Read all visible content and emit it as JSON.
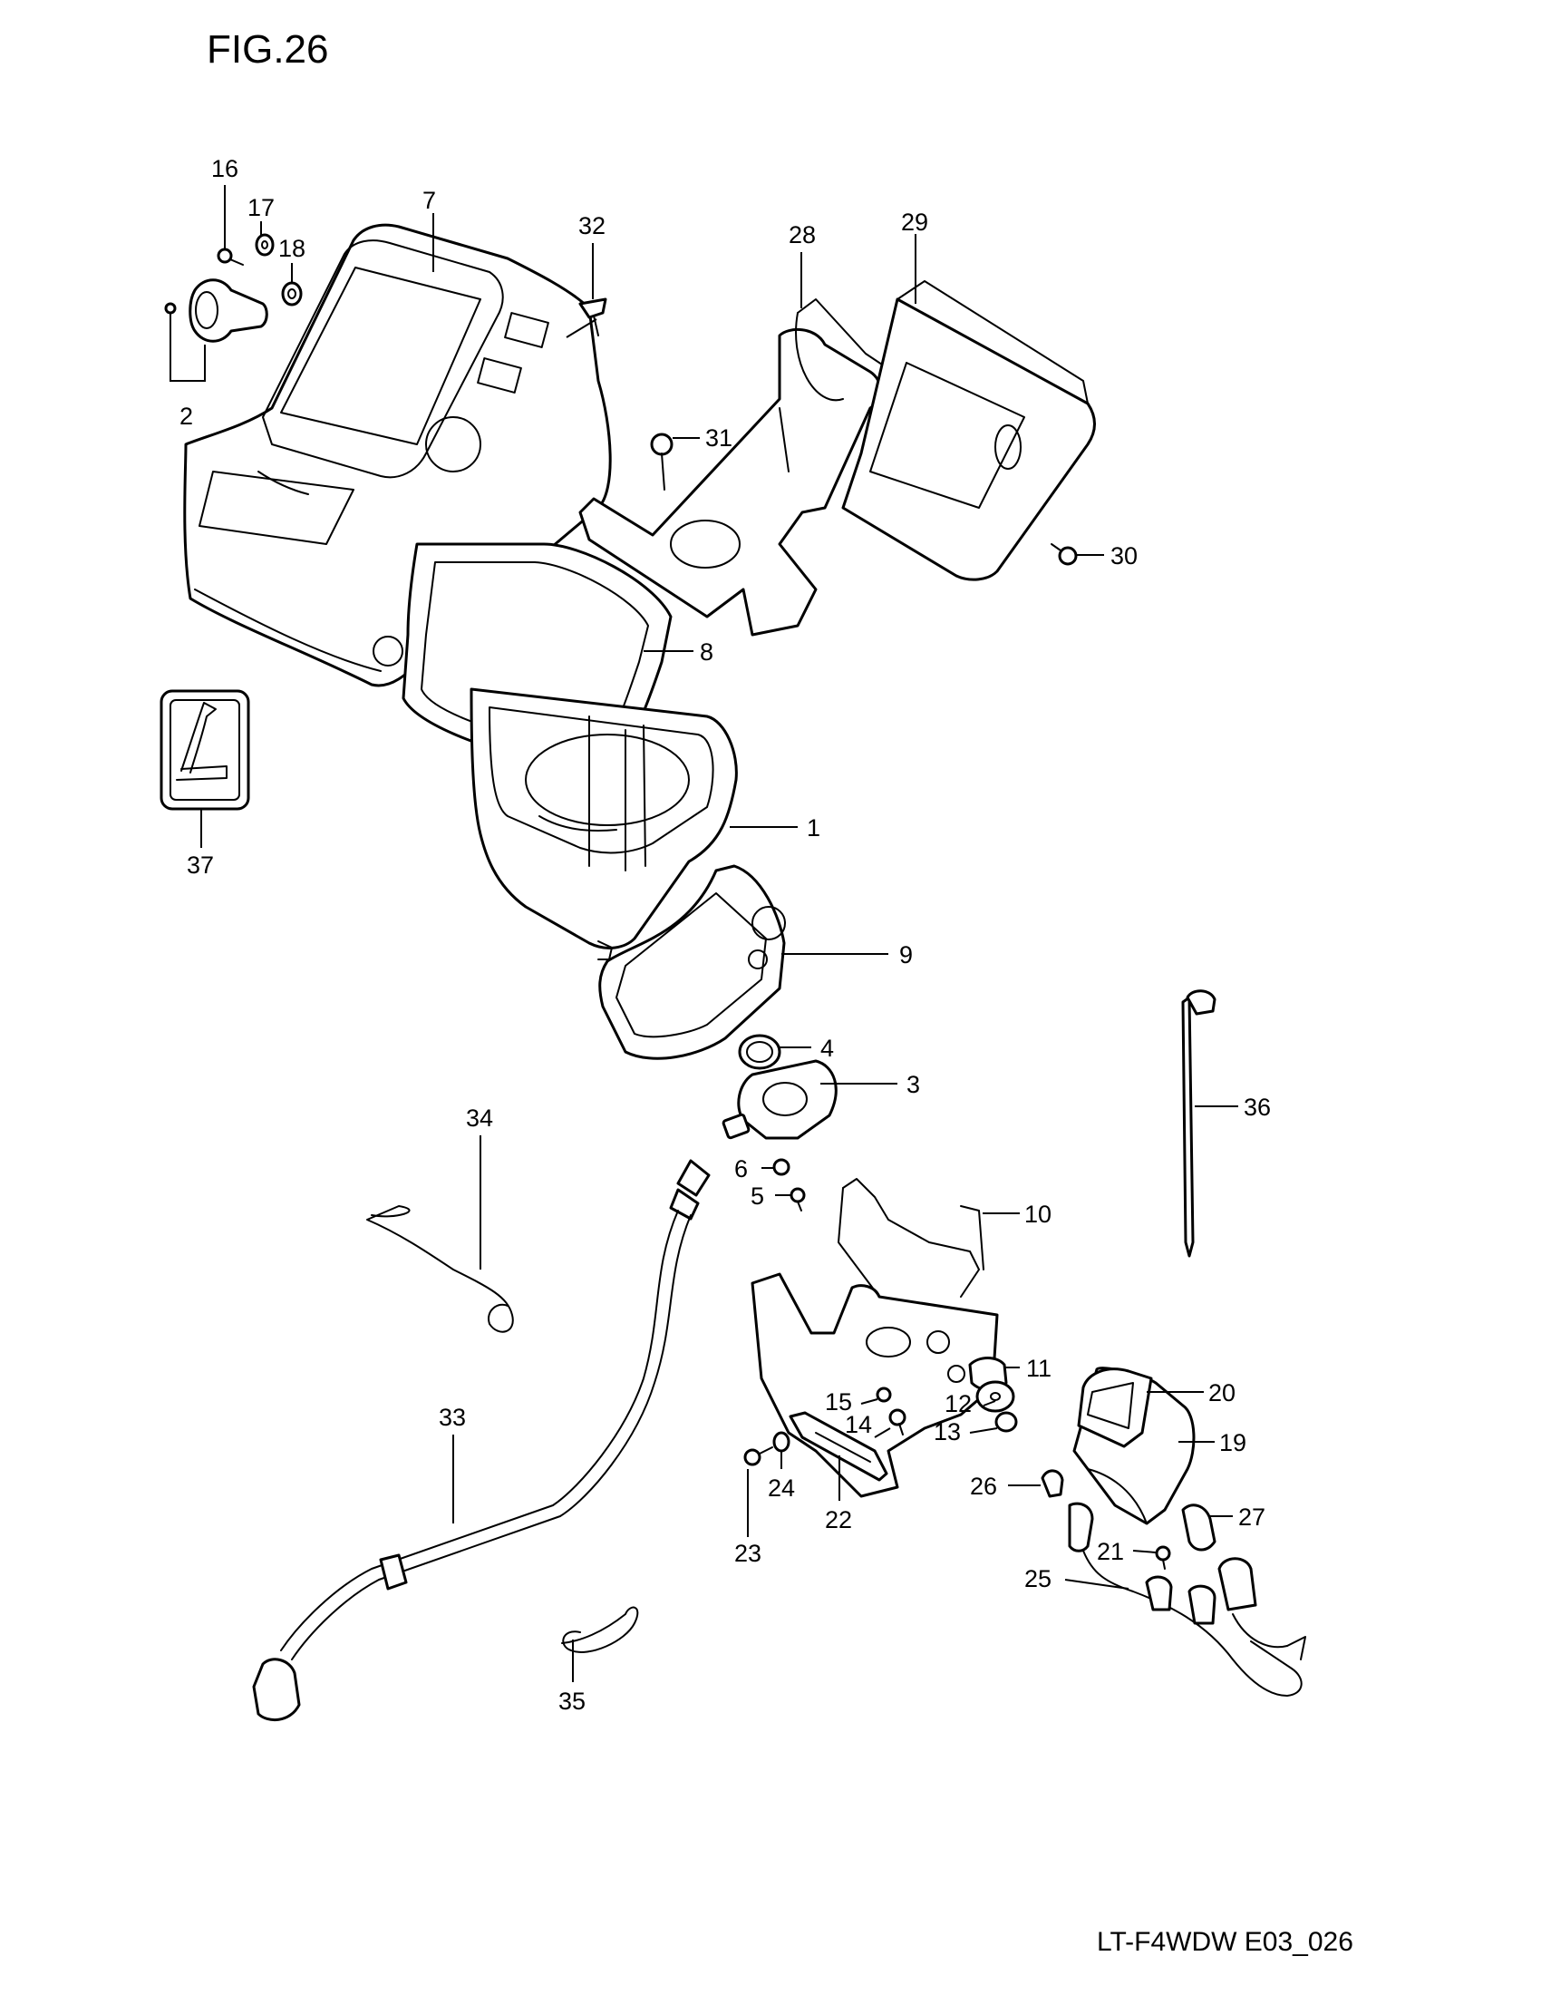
{
  "figure_title": "FIG.26",
  "footer_code": "LT-F4WDW E03_026",
  "callouts": [
    {
      "id": "c1",
      "label": "1"
    },
    {
      "id": "c2",
      "label": "2"
    },
    {
      "id": "c3",
      "label": "3"
    },
    {
      "id": "c4",
      "label": "4"
    },
    {
      "id": "c5",
      "label": "5"
    },
    {
      "id": "c6",
      "label": "6"
    },
    {
      "id": "c7",
      "label": "7"
    },
    {
      "id": "c8",
      "label": "8"
    },
    {
      "id": "c9",
      "label": "9"
    },
    {
      "id": "c10",
      "label": "10"
    },
    {
      "id": "c11",
      "label": "11"
    },
    {
      "id": "c12",
      "label": "12"
    },
    {
      "id": "c13",
      "label": "13"
    },
    {
      "id": "c14",
      "label": "14"
    },
    {
      "id": "c15",
      "label": "15"
    },
    {
      "id": "c16",
      "label": "16"
    },
    {
      "id": "c17",
      "label": "17"
    },
    {
      "id": "c18",
      "label": "18"
    },
    {
      "id": "c19",
      "label": "19"
    },
    {
      "id": "c20",
      "label": "20"
    },
    {
      "id": "c21",
      "label": "21"
    },
    {
      "id": "c22",
      "label": "22"
    },
    {
      "id": "c23",
      "label": "23"
    },
    {
      "id": "c24",
      "label": "24"
    },
    {
      "id": "c25",
      "label": "25"
    },
    {
      "id": "c26",
      "label": "26"
    },
    {
      "id": "c27",
      "label": "27"
    },
    {
      "id": "c28",
      "label": "28"
    },
    {
      "id": "c29",
      "label": "29"
    },
    {
      "id": "c30",
      "label": "30"
    },
    {
      "id": "c31",
      "label": "31"
    },
    {
      "id": "c32",
      "label": "32"
    },
    {
      "id": "c33",
      "label": "33"
    },
    {
      "id": "c34",
      "label": "34"
    },
    {
      "id": "c35",
      "label": "35"
    },
    {
      "id": "c36",
      "label": "36"
    },
    {
      "id": "c37",
      "label": "37"
    }
  ]
}
